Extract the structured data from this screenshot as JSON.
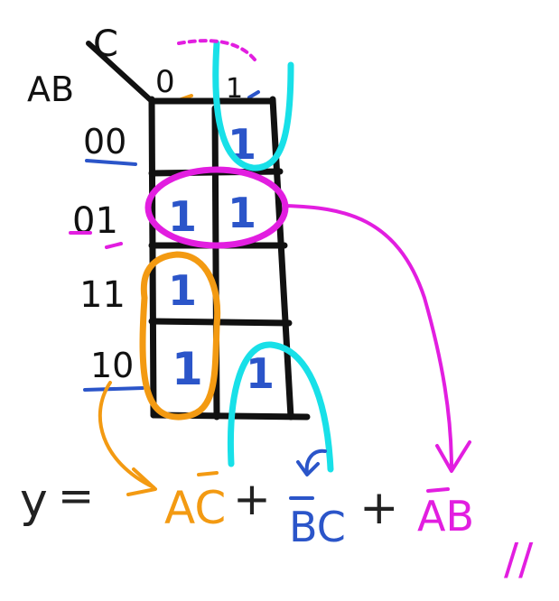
{
  "kmap": {
    "var_row": "AB",
    "var_col": "C",
    "col_headers": [
      "0",
      "1"
    ],
    "row_headers": [
      "00",
      "01",
      "11",
      "10"
    ],
    "cells": [
      [
        "",
        "1"
      ],
      [
        "1",
        "1"
      ],
      [
        "1",
        ""
      ],
      [
        "1",
        "1"
      ]
    ]
  },
  "equation": {
    "lhs": "y",
    "equals": "=",
    "term1": "AC",
    "plus1": "+",
    "term2": "BC",
    "plus2": "+",
    "term3": "AB",
    "end_mark": "//"
  },
  "colors": {
    "ink": "#111111",
    "blue": "#2b55c9",
    "cyan": "#18e0e8",
    "orange": "#f39a12",
    "magenta": "#e21ee0"
  }
}
